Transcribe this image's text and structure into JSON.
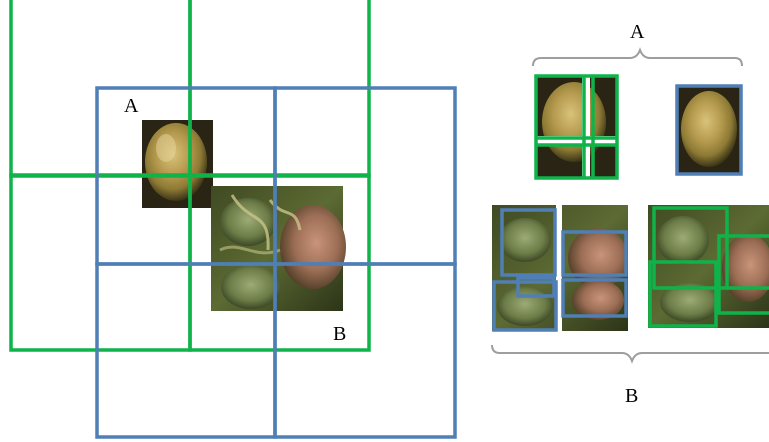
{
  "labels": {
    "a_left": "A",
    "b_left": "B",
    "a_right": "A",
    "b_right": "B"
  },
  "colors": {
    "green": "#0fb34a",
    "blue": "#4f7fb5",
    "bracket": "#9e9e9e"
  }
}
